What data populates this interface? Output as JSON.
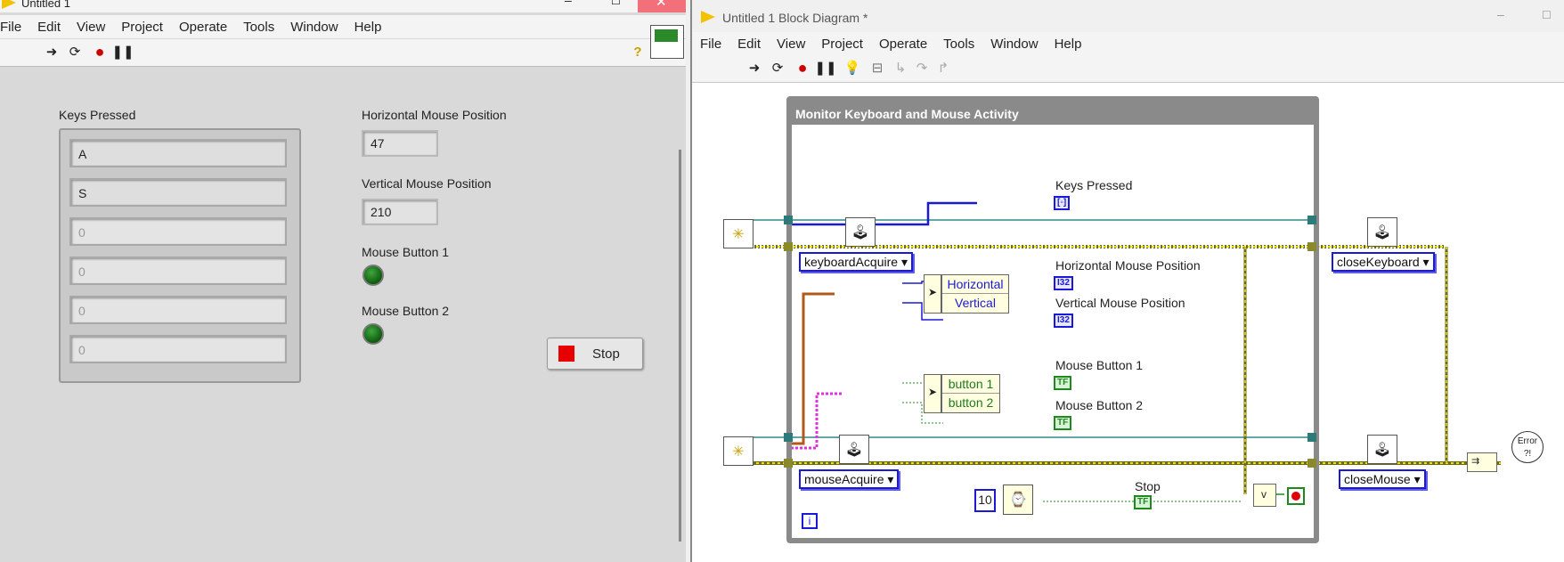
{
  "front_panel": {
    "title": "Untitled 1",
    "menu": [
      "File",
      "Edit",
      "View",
      "Project",
      "Operate",
      "Tools",
      "Window",
      "Help"
    ],
    "keys_pressed": {
      "label": "Keys Pressed",
      "elements": [
        "A",
        "S",
        "0",
        "0",
        "0",
        "0"
      ]
    },
    "horizontal": {
      "label": "Horizontal Mouse Position",
      "value": "47"
    },
    "vertical": {
      "label": "Vertical Mouse Position",
      "value": "210"
    },
    "mouse_button_1": {
      "label": "Mouse Button 1"
    },
    "mouse_button_2": {
      "label": "Mouse Button 2"
    },
    "stop": {
      "label": "Stop"
    }
  },
  "block_diagram": {
    "title": "Untitled 1 Block Diagram *",
    "menu": [
      "File",
      "Edit",
      "View",
      "Project",
      "Operate",
      "Tools",
      "Window",
      "Help"
    ],
    "loop_title": "Monitor Keyboard and Mouse Activity",
    "labels": {
      "keys_pressed": "Keys Pressed",
      "horizontal": "Horizontal Mouse Position",
      "vertical": "Vertical Mouse Position",
      "button1": "Mouse Button 1",
      "button2": "Mouse Button 2",
      "stop": "Stop"
    },
    "enums": {
      "keyboard_acquire": "keyboardAcquire",
      "mouse_acquire": "mouseAcquire",
      "close_keyboard": "closeKeyboard",
      "close_mouse": "closeMouse"
    },
    "unbundle_1": [
      "Horizontal",
      "Vertical"
    ],
    "unbundle_2": [
      "button 1",
      "button 2"
    ],
    "terminals": {
      "i32": "I32",
      "tf": "TF",
      "array": "[◦]"
    },
    "wait_constant": "10",
    "iteration": "i",
    "error_label": "Error"
  }
}
